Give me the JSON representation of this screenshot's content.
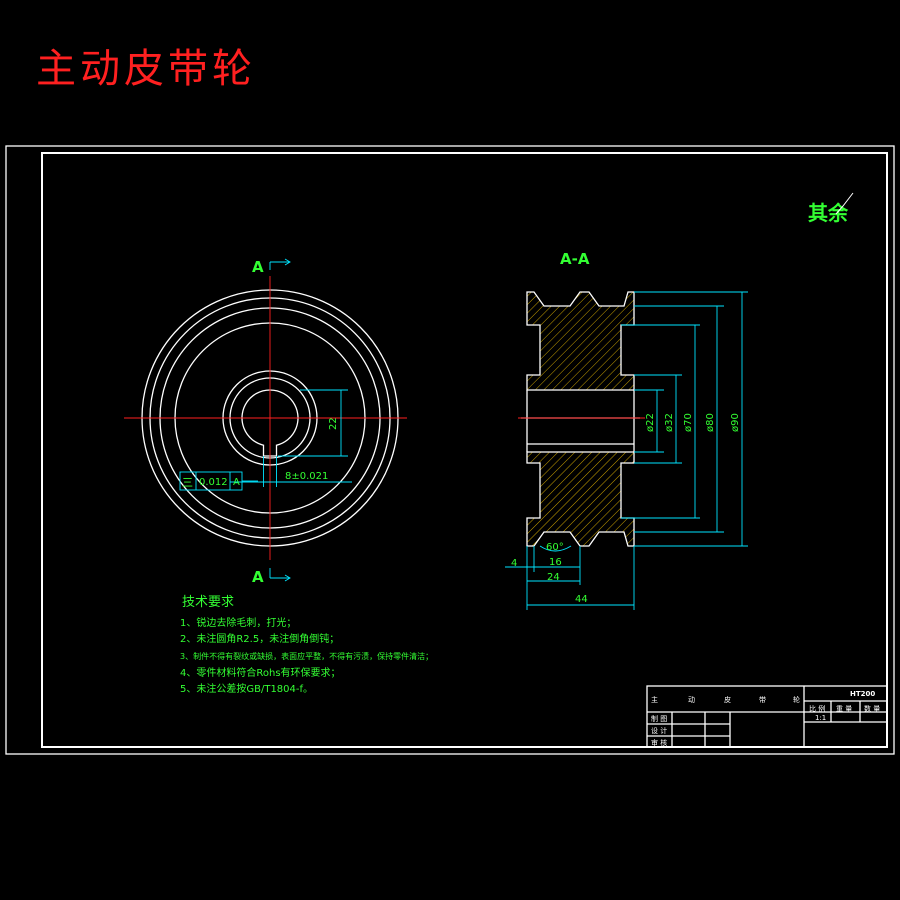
{
  "title": "主动皮带轮",
  "roughness_note": "其余",
  "view_labels": {
    "section_mark_top": "A",
    "section_mark_bottom": "A",
    "section_title": "A-A"
  },
  "front_view": {
    "keyway_height": "22",
    "keyway_width": "8±0.021",
    "tolerance_symbol": "三",
    "tolerance_value": "0.012",
    "datum": "A"
  },
  "section_view": {
    "diameters": [
      "ø22",
      "ø32",
      "ø70",
      "ø80",
      "ø90"
    ],
    "angle": "60°",
    "widths": [
      "4",
      "16",
      "24",
      "44"
    ]
  },
  "tech_requirements": {
    "heading": "技术要求",
    "items": [
      "1、锐边去除毛刺，打光；",
      "2、未注圆角R2.5，未注倒角倒钝；",
      "3、制件不得有裂纹或缺损，表面应平整，不得有污渍，保持零件清洁；",
      "4、零件材料符合Rohs有环保要求；",
      "5、未注公差按GB/T1804-f。"
    ]
  },
  "title_block": {
    "part_name_chars": [
      "主",
      "动",
      "皮",
      "带",
      "轮"
    ],
    "material": "HT200",
    "headers": [
      "比 例",
      "重 量",
      "数 量"
    ],
    "scale": "1:1",
    "rows": [
      "制 图",
      "设 计",
      "审 核"
    ]
  },
  "colors": {
    "title": "#ff2020",
    "lines": "#ffffff",
    "center_lines": "#ff2020",
    "dimensions": "#00e5ff",
    "text": "#33ff33",
    "hatch": "#c8a000"
  }
}
